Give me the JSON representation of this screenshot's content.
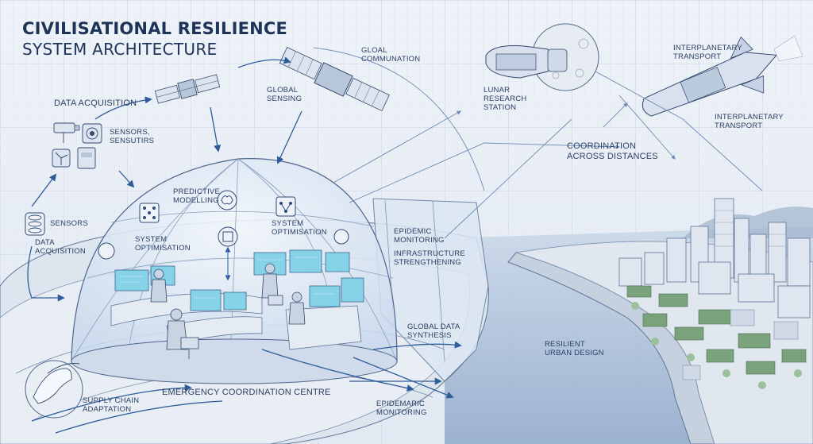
{
  "title": {
    "line1": "CIVILISATIONAL RESILIENCE",
    "line2": "SYSTEM ARCHITECTURE"
  },
  "labels": {
    "data_acquisition_top": "DATA ACQUISITION",
    "sensors_top": "SENSORS,\nSENSUTIRS",
    "global_sensing": "GLOBAL\nSENSING",
    "gloal_communation": "GLOAL\nCOMMUNATION",
    "lunar_station": "LUNAR\nRESEARCH\nSTATION",
    "interplanetary_top": "INTERPLANETARY\nTRANSPORT",
    "interplanetary_bottom": "INTERPLANETARY\nTRANSPORT",
    "coordination": "COORDINATION\nACROSS DISTANCES",
    "predictive_modelling": "PREDICTIVE\nMODELLING",
    "system_optimisation_left": "SYSTEM\nOPTIMISATION",
    "system_optimisation_right": "SYSTEM\nOPTIMISATION",
    "sensors_left": "SENSORS",
    "data_acquisition_left": "DATA\nACQUISITION",
    "epidemic_monitoring": "EPIDEMIC\nMONITORING",
    "infrastructure": "INFRASTRUCTURE\nSTRENGTHENING",
    "global_data_synthesis": "GLOBAL DATA\nSYNTHESIS",
    "resilient_urban": "RESILIENT\nURBAN DESIGN",
    "emergency_centre": "EMERGENCY COORDINATION CENTRE",
    "supply_chain": "SUPPLY CHAIN\nADAPTATION",
    "epidemaric_monitoring": "EPIDEMARIC\nMONITORING"
  },
  "colors": {
    "background": "#eef2f8",
    "grid": "#d3dceb",
    "ink": "#243a5e",
    "arrow": "#2e5c9a",
    "water": "#a9bed8",
    "dome_glass": "#dbe6f3",
    "screen": "#7fd0e6",
    "park_green": "#6f9a73"
  },
  "icons": [
    "satellite-icon",
    "lunar-station-icon",
    "spacecraft-icon",
    "camera-icon",
    "wind-turbine-icon",
    "database-icon",
    "network-icon",
    "brain-icon",
    "chip-icon",
    "hand-icon",
    "person-icon"
  ]
}
